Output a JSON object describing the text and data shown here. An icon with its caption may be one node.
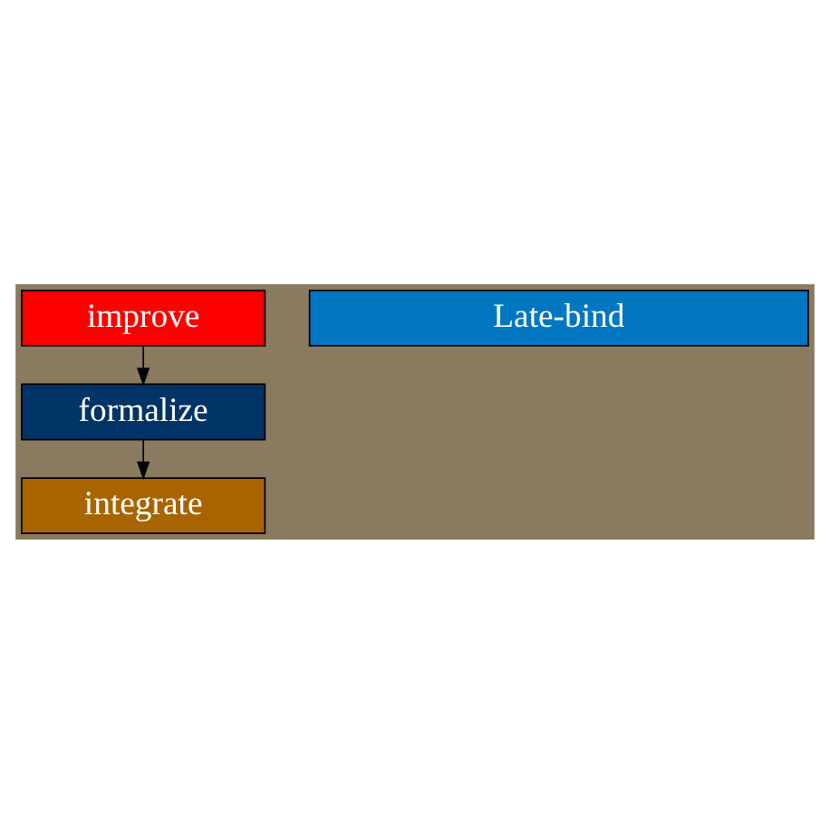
{
  "diagram": {
    "nodes": [
      {
        "text": [
          "improve"
        ]
      },
      {
        "text": [
          "formalize"
        ]
      },
      {
        "text": [
          "integrate"
        ]
      },
      {
        "text": [
          "Late-bind"
        ]
      }
    ],
    "edges": [
      {
        "from": 0,
        "to": 1,
        "arrow": "to"
      },
      {
        "from": 1,
        "to": 2,
        "arrow": "to"
      }
    ]
  }
}
